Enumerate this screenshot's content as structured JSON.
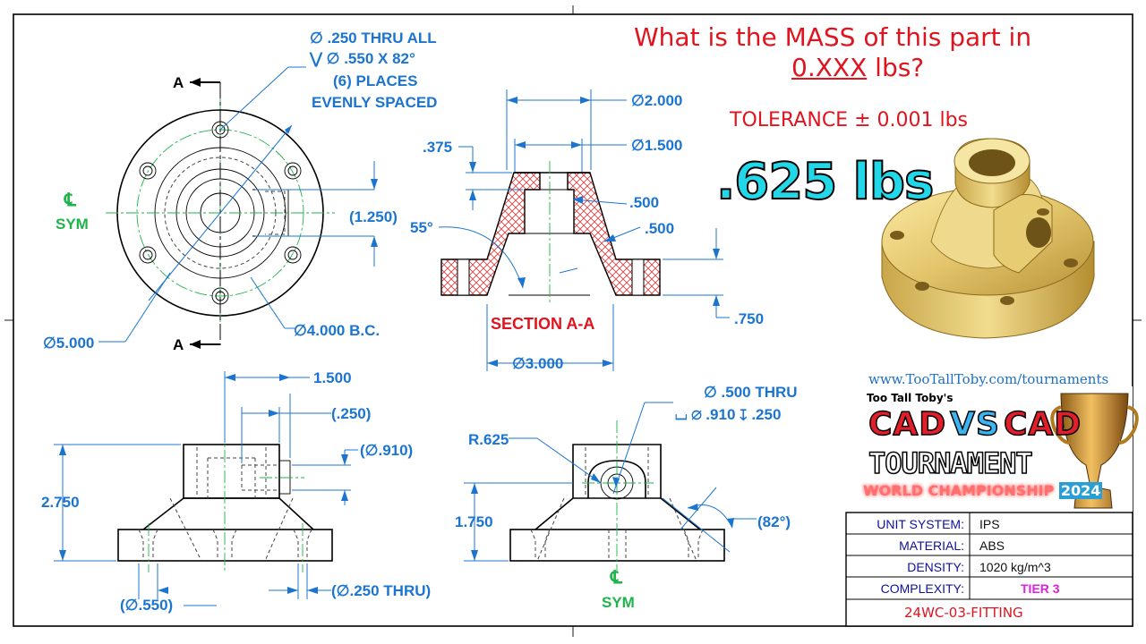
{
  "question": {
    "line1": "What is the MASS of this part in",
    "line2_underlined": "0.XXX",
    "line2_rest": " lbs?",
    "tolerance": "TOLERANCE ± 0.001 lbs",
    "answer": ".625 lbs"
  },
  "website": "www.TooTallToby.com/tournaments",
  "logo": {
    "top": "Too Tall Toby's",
    "cad1": "CAD",
    "vs": "VS",
    "cad2": "CAD",
    "tournament": "TOURNAMENT",
    "world": "WORLD CHAMPIONSHIP",
    "year": "2024"
  },
  "title_block": {
    "rows": [
      {
        "label": "UNIT SYSTEM:",
        "value": "IPS"
      },
      {
        "label": "MATERIAL:",
        "value": "ABS"
      },
      {
        "label": "DENSITY:",
        "value": "1020 kg/m^3"
      },
      {
        "label": "COMPLEXITY:",
        "value": "TIER 3"
      }
    ],
    "part_code": "24WC-03-FITTING"
  },
  "top_view": {
    "hole_callout_1": "∅ .250 THRU ALL",
    "hole_callout_2": "∅ .550 X 82°",
    "hole_callout_3": "(6) PLACES",
    "hole_callout_4": "EVENLY SPACED",
    "section_a_top": "A",
    "section_a_bottom": "A",
    "sym_cl": "℄",
    "sym": "SYM",
    "dia_outer": "∅5.000",
    "bolt_circle": "∅4.000 B.C.",
    "ref_1250": "(1.250)"
  },
  "section_view": {
    "dia_2000": "∅2.000",
    "dia_1500": "∅1.500",
    "d375": ".375",
    "d500a": ".500",
    "d500b": ".500",
    "angle55": "55°",
    "d750": ".750",
    "label": "SECTION A-A",
    "dia_3000": "∅3.000"
  },
  "front_view": {
    "d1500": "1.500",
    "d250": "(.250)",
    "dia910": "(∅.910)",
    "h2750": "2.750",
    "dia550": "(∅.550)",
    "dia250thru": "(∅.250 THRU)"
  },
  "side_view": {
    "thru1": "∅ .500 THRU",
    "thru2": "∅ .910 ↧ .250",
    "r625": "R.625",
    "h1750": "1.750",
    "angle82": "(82°)",
    "sym_cl": "℄",
    "sym": "SYM"
  }
}
